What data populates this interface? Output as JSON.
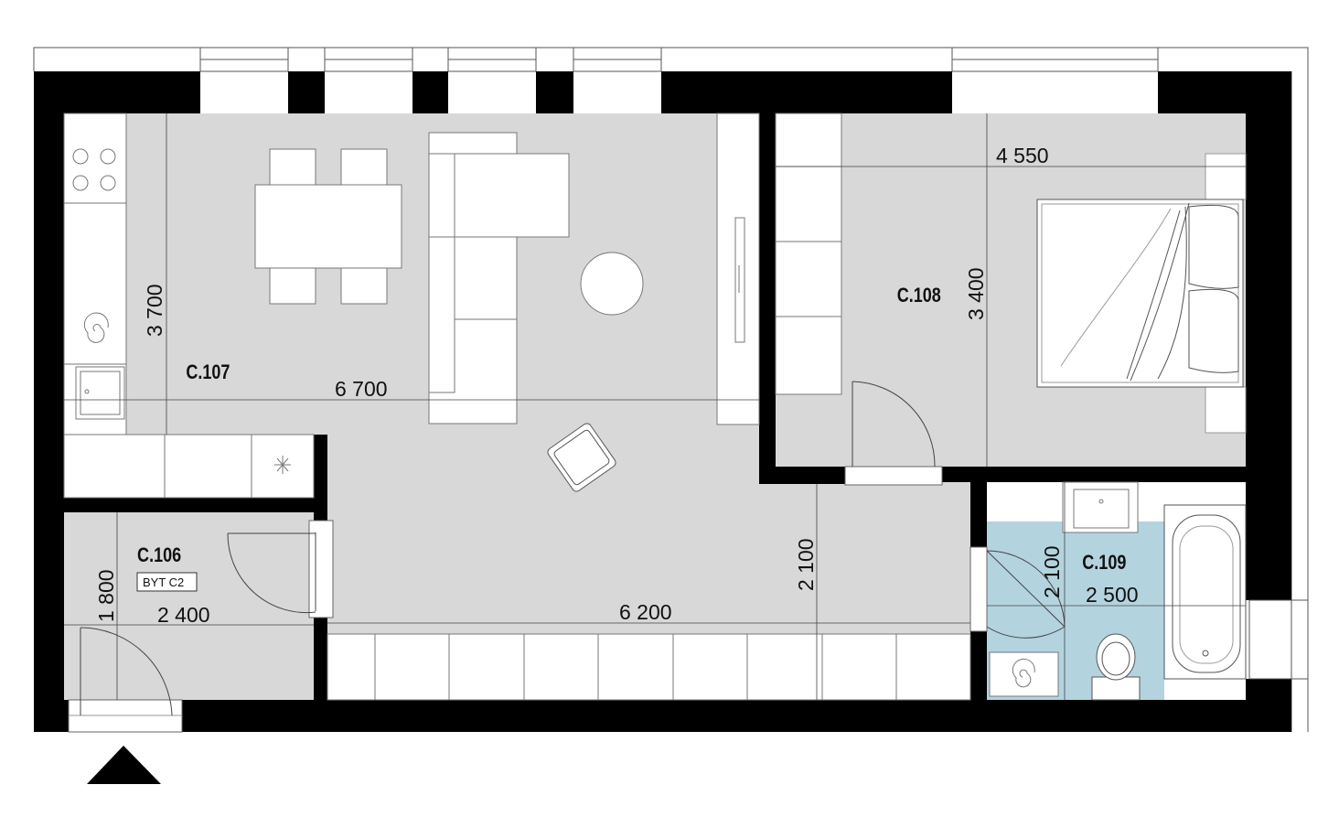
{
  "rooms": {
    "c107": {
      "code": "C.107"
    },
    "c108": {
      "code": "C.108"
    },
    "c106": {
      "code": "C.106",
      "tag": "BYT C2"
    },
    "c109": {
      "code": "C.109"
    }
  },
  "dimensions": {
    "living_width": "6 700",
    "living_depth": "3 700",
    "bedroom_width": "4 550",
    "bedroom_depth": "3 400",
    "hall_width": "6 200",
    "hall_depth": "2 100",
    "entry_width": "2 400",
    "entry_depth": "1 800",
    "bath_width": "2 500",
    "bath_depth": "2 100"
  },
  "colors": {
    "wall": "#000000",
    "floor": "#d8d8d9",
    "bathroom": "#b3d3df",
    "furniture": "#ffffff"
  },
  "icons": {
    "north": "north-arrow-icon"
  }
}
